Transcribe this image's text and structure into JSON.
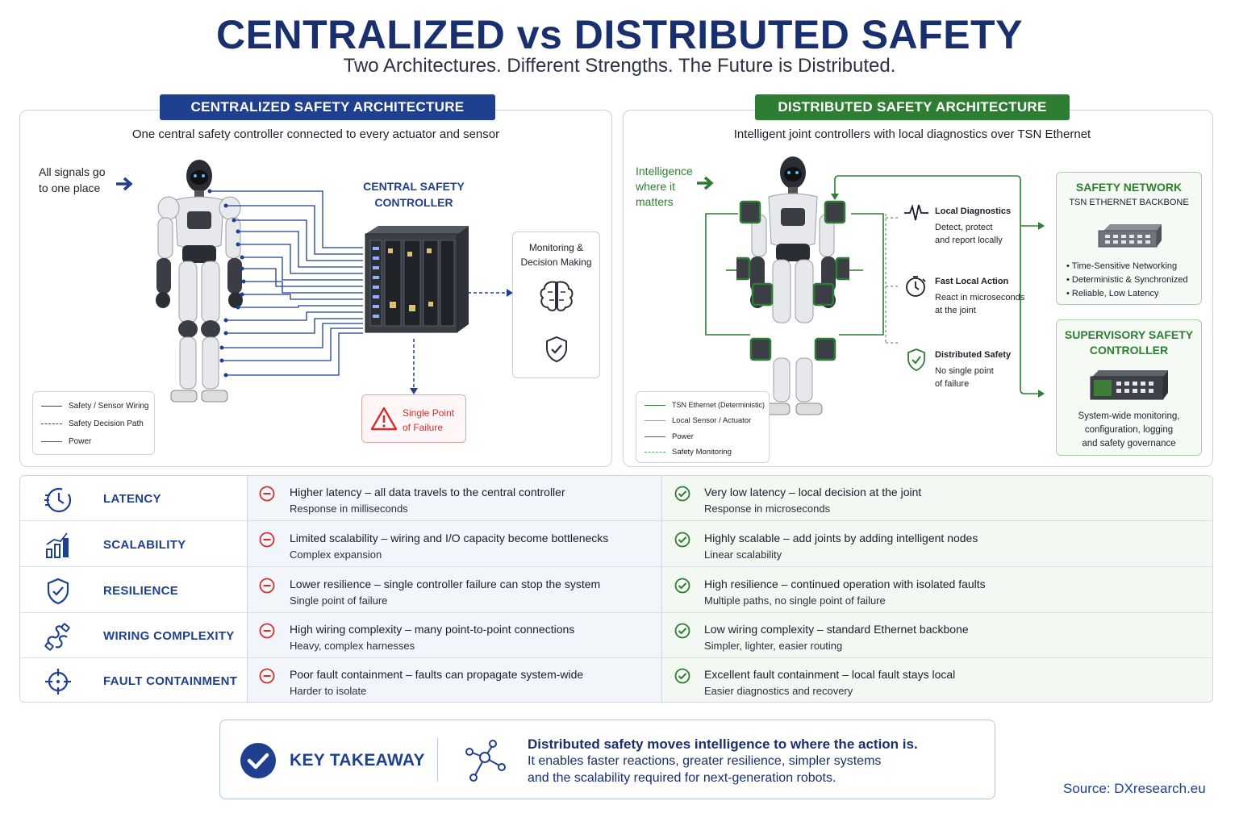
{
  "header": {
    "title": "CENTRALIZED vs DISTRIBUTED SAFETY",
    "subtitle": "Two Architectures. Different Strengths. The Future is Distributed."
  },
  "centralized": {
    "banner": "CENTRALIZED SAFETY ARCHITECTURE",
    "description": "One central safety controller connected to every actuator and sensor",
    "callout_line1": "All signals go",
    "callout_line2": "to one place",
    "controller_line1": "CENTRAL SAFETY",
    "controller_line2": "CONTROLLER",
    "monitoring_line1": "Monitoring &",
    "monitoring_line2": "Decision Making",
    "failure_line1": "Single Point",
    "failure_line2": "of Failure",
    "legend": [
      {
        "label": "Safety / Sensor Wiring",
        "color": "#1f3f8f",
        "style": "solid"
      },
      {
        "label": "Safety Decision Path",
        "color": "#1f3f8f",
        "style": "dashed"
      },
      {
        "label": "Power",
        "color": "#d32f2f",
        "style": "solid"
      }
    ]
  },
  "distributed": {
    "banner": "DISTRIBUTED SAFETY ARCHITECTURE",
    "description": "Intelligent joint controllers with local diagnostics over TSN Ethernet",
    "callout_line1": "Intelligence",
    "callout_line2": "where it",
    "callout_line3": "matters",
    "features": [
      {
        "title": "Local Diagnostics",
        "line1": "Detect, protect",
        "line2": "and report locally",
        "icon": "pulse-icon"
      },
      {
        "title": "Fast Local Action",
        "line1": "React in microseconds",
        "line2": "at the joint",
        "icon": "stopwatch-icon"
      },
      {
        "title": "Distributed Safety",
        "line1": "No single point",
        "line2": "of failure",
        "icon": "shield-check-icon"
      }
    ],
    "network": {
      "title": "SAFETY NETWORK",
      "subtitle": "TSN ETHERNET BACKBONE",
      "bullets": [
        "Time-Sensitive Networking",
        "Deterministic & Synchronized",
        "Reliable, Low Latency"
      ]
    },
    "supervisory": {
      "title_line1": "SUPERVISORY SAFETY",
      "title_line2": "CONTROLLER",
      "desc_line1": "System-wide monitoring,",
      "desc_line2": "configuration, logging",
      "desc_line3": "and safety governance"
    },
    "legend": [
      {
        "label": "TSN Ethernet (Deterministic)",
        "color": "#2f7d32",
        "style": "solid"
      },
      {
        "label": "Local Sensor / Actuator",
        "color": "#9aa0a8",
        "style": "solid"
      },
      {
        "label": "Power",
        "color": "#d32f2f",
        "style": "solid"
      },
      {
        "label": "Safety Monitoring",
        "color": "#5aa85e",
        "style": "dashed"
      }
    ]
  },
  "comparison": [
    {
      "category": "LATENCY",
      "icon": "clock-icon",
      "central_main": "Higher latency – all data travels to the central controller",
      "central_sub": "Response in milliseconds",
      "dist_main": "Very low latency – local decision at the joint",
      "dist_sub": "Response in microseconds"
    },
    {
      "category": "SCALABILITY",
      "icon": "bar-chart-icon",
      "central_main": "Limited scalability – wiring and I/O capacity become bottlenecks",
      "central_sub": "Complex expansion",
      "dist_main": "Highly scalable – add joints by adding intelligent nodes",
      "dist_sub": "Linear scalability"
    },
    {
      "category": "RESILIENCE",
      "icon": "shield-icon",
      "central_main": "Lower resilience – single controller failure can stop the system",
      "central_sub": "Single point of failure",
      "dist_main": "High resilience – continued operation with isolated faults",
      "dist_sub": "Multiple paths, no single point of failure"
    },
    {
      "category": "WIRING COMPLEXITY",
      "icon": "cable-icon",
      "central_main": "High wiring complexity – many point-to-point connections",
      "central_sub": "Heavy, complex harnesses",
      "dist_main": "Low wiring complexity – standard Ethernet backbone",
      "dist_sub": "Simpler, lighter, easier routing"
    },
    {
      "category": "FAULT CONTAINMENT",
      "icon": "crosshair-icon",
      "central_main": "Poor fault containment – faults can propagate system-wide",
      "central_sub": "Harder to isolate",
      "dist_main": "Excellent fault containment – local fault stays local",
      "dist_sub": "Easier diagnostics and recovery"
    }
  ],
  "takeaway": {
    "label": "KEY TAKEAWAY",
    "headline": "Distributed safety moves intelligence to where the action is.",
    "line2": "It enables faster reactions, greater resilience, simpler systems",
    "line3": "and the scalability required for next-generation robots."
  },
  "source": "Source: DXresearch.eu",
  "colors": {
    "navy": "#1f3f8f",
    "green": "#2f7d32",
    "red": "#d32f2f"
  }
}
